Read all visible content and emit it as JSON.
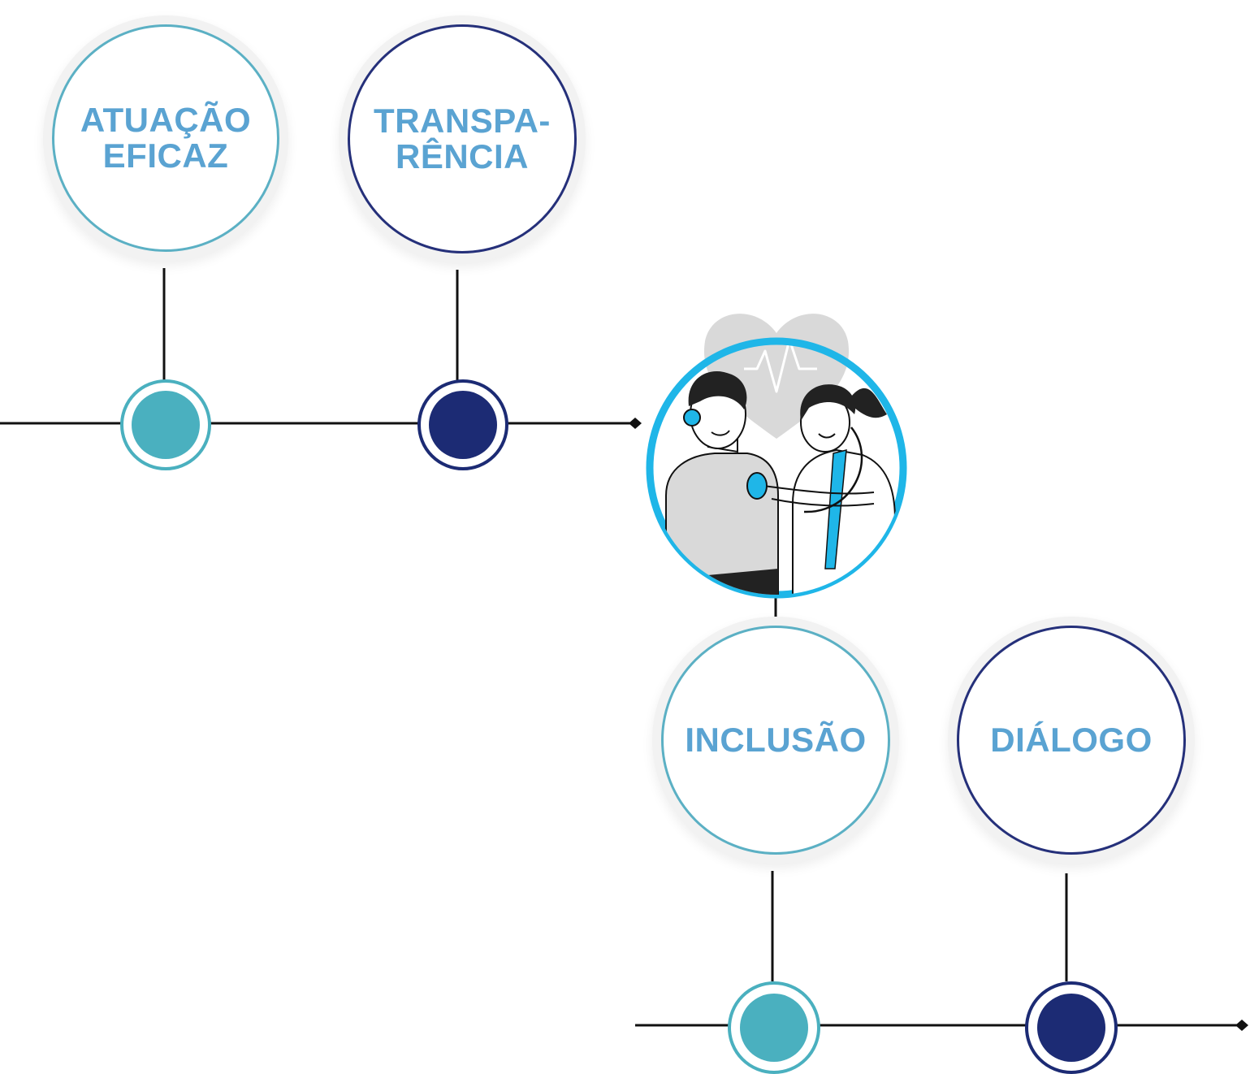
{
  "values": [
    {
      "id": "atuacao-eficaz",
      "label_lines": [
        "ATUAÇÃO",
        "EFICAZ"
      ],
      "color": "teal"
    },
    {
      "id": "transparencia",
      "label_lines": [
        "TRANSPA-",
        "RÊNCIA"
      ],
      "color": "navy"
    },
    {
      "id": "inclusao",
      "label_lines": [
        "INCLUSÃO"
      ],
      "color": "teal"
    },
    {
      "id": "dialogo",
      "label_lines": [
        "DIÁLOGO"
      ],
      "color": "navy"
    }
  ],
  "colors": {
    "teal": "#4ab0bf",
    "navy": "#1c2b74",
    "label": "#5aa3d2",
    "illustration_ring": "#1fb6e8",
    "heart": "#d9d9d9"
  },
  "illustration": {
    "icon": "doctor-patient-stethoscope-icon",
    "heart_icon": "heart-pulse-icon"
  }
}
